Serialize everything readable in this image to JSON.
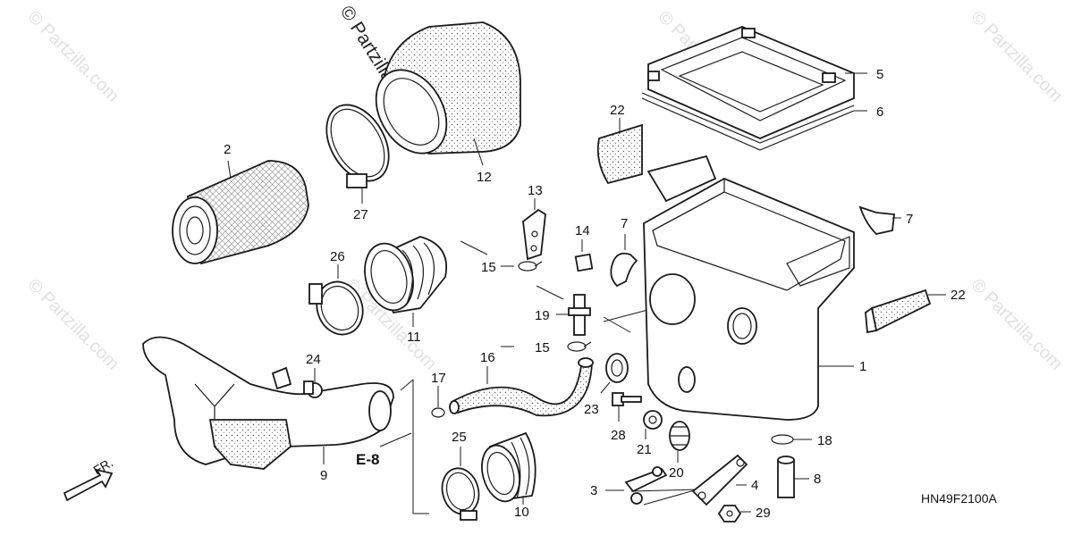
{
  "diagram": {
    "copyright_watermark": "© Partzilla.com",
    "diagram_code": "HN49F2100A",
    "front_marker": "FR.",
    "ref_label": "E-8",
    "callouts": [
      {
        "id": "1",
        "text": "1"
      },
      {
        "id": "2",
        "text": "2"
      },
      {
        "id": "3",
        "text": "3"
      },
      {
        "id": "4",
        "text": "4"
      },
      {
        "id": "5",
        "text": "5"
      },
      {
        "id": "6",
        "text": "6"
      },
      {
        "id": "7a",
        "text": "7"
      },
      {
        "id": "7b",
        "text": "7"
      },
      {
        "id": "8",
        "text": "8"
      },
      {
        "id": "9",
        "text": "9"
      },
      {
        "id": "10",
        "text": "10"
      },
      {
        "id": "11",
        "text": "11"
      },
      {
        "id": "12",
        "text": "12"
      },
      {
        "id": "13",
        "text": "13"
      },
      {
        "id": "14",
        "text": "14"
      },
      {
        "id": "15a",
        "text": "15"
      },
      {
        "id": "15b",
        "text": "15"
      },
      {
        "id": "16",
        "text": "16"
      },
      {
        "id": "17",
        "text": "17"
      },
      {
        "id": "18",
        "text": "18"
      },
      {
        "id": "19",
        "text": "19"
      },
      {
        "id": "20",
        "text": "20"
      },
      {
        "id": "21",
        "text": "21"
      },
      {
        "id": "22a",
        "text": "22"
      },
      {
        "id": "22b",
        "text": "22"
      },
      {
        "id": "23",
        "text": "23"
      },
      {
        "id": "24",
        "text": "24"
      },
      {
        "id": "25",
        "text": "25"
      },
      {
        "id": "26",
        "text": "26"
      },
      {
        "id": "27",
        "text": "27"
      },
      {
        "id": "28",
        "text": "28"
      },
      {
        "id": "29",
        "text": "29"
      }
    ]
  }
}
